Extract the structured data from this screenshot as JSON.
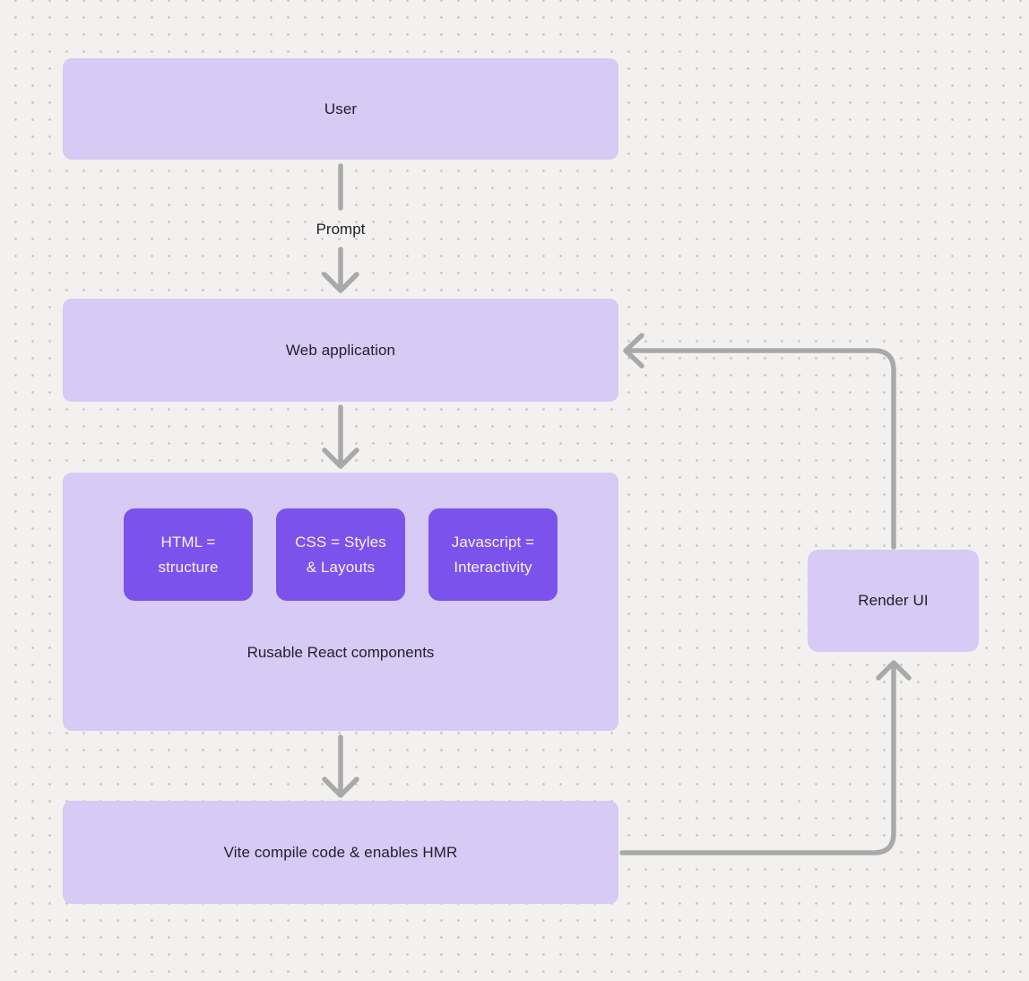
{
  "diagram": {
    "nodes": {
      "user": "User",
      "web_application": "Web application",
      "component_boxes": [
        "HTML = structure",
        "CSS = Styles & Layouts",
        "Javascript = Interactivity"
      ],
      "components_caption": "Rusable React components",
      "vite": "Vite compile code & enables HMR",
      "render_ui": "Render UI"
    },
    "edge_labels": {
      "prompt": "Prompt"
    },
    "colors": {
      "background": "#f2f1ef",
      "dot": "#c6c4c2",
      "node_light": "#d7caf4",
      "node_accent": "#7c52ec",
      "text_dark": "#21212b",
      "text_light": "#f6f2fe",
      "connector": "#a9a9a9"
    }
  }
}
